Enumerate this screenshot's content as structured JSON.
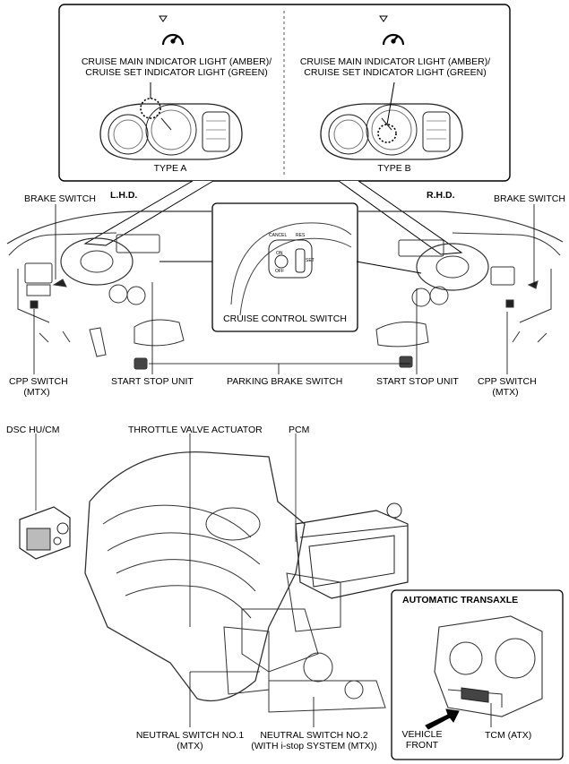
{
  "top_callouts": {
    "type_a": {
      "indicator_line1": "CRUISE MAIN INDICATOR LIGHT (AMBER)/",
      "indicator_line2": "CRUISE SET INDICATOR LIGHT (GREEN)",
      "type_label": "TYPE A"
    },
    "type_b": {
      "indicator_line1": "CRUISE MAIN INDICATOR LIGHT (AMBER)/",
      "indicator_line2": "CRUISE SET INDICATOR LIGHT (GREEN)",
      "type_label": "TYPE B"
    }
  },
  "cabin": {
    "lhd_label": "L.H.D.",
    "rhd_label": "R.H.D.",
    "brake_switch_left": "BRAKE SWITCH",
    "brake_switch_right": "BRAKE SWITCH",
    "cruise_control_switch": "CRUISE CONTROL SWITCH",
    "switch_text": {
      "cancel": "CANCEL",
      "res": "RES",
      "on": "ON",
      "off": "OFF",
      "set": "SET"
    },
    "cpp_switch_left_line1": "CPP SWITCH",
    "cpp_switch_left_line2": "(MTX)",
    "start_stop_left": "START STOP UNIT",
    "parking_brake": "PARKING BRAKE SWITCH",
    "start_stop_right": "START STOP UNIT",
    "cpp_switch_right_line1": "CPP SWITCH",
    "cpp_switch_right_line2": "(MTX)"
  },
  "engine": {
    "dsc": "DSC HU/CM",
    "throttle": "THROTTLE VALVE ACTUATOR",
    "pcm": "PCM",
    "neutral1_line1": "NEUTRAL SWITCH NO.1",
    "neutral1_line2": "(MTX)",
    "neutral2_line1": "NEUTRAL SWITCH NO.2",
    "neutral2_line2": "(WITH i-stop SYSTEM (MTX))"
  },
  "transaxle_box": {
    "title": "AUTOMATIC TRANSAXLE",
    "vehicle_front_line1": "VEHICLE",
    "vehicle_front_line2": "FRONT",
    "tcm": "TCM (ATX)"
  }
}
